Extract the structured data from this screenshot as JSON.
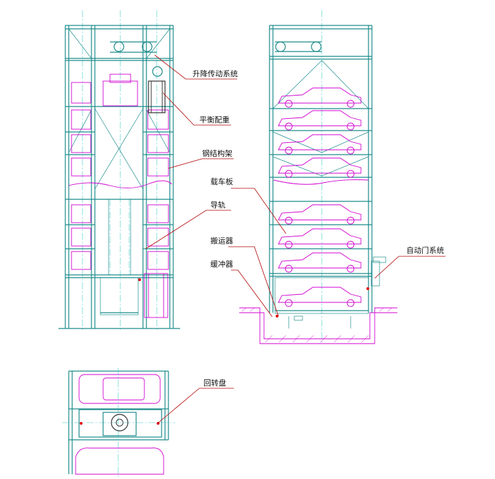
{
  "labels": {
    "lift_drive": "升降传动系统",
    "counterweight": "平衡配重",
    "steel_frame": "钢结构架",
    "car_plate": "载车板",
    "guide_rail": "导轨",
    "carrier": "搬运器",
    "auto_door": "自动门系统",
    "buffer": "缓冲器",
    "turntable": "回转盘"
  },
  "colors": {
    "structure": "#1a8a8a",
    "axis": "#38c8c8",
    "car": "#d000d0",
    "leader": "#b00000"
  }
}
